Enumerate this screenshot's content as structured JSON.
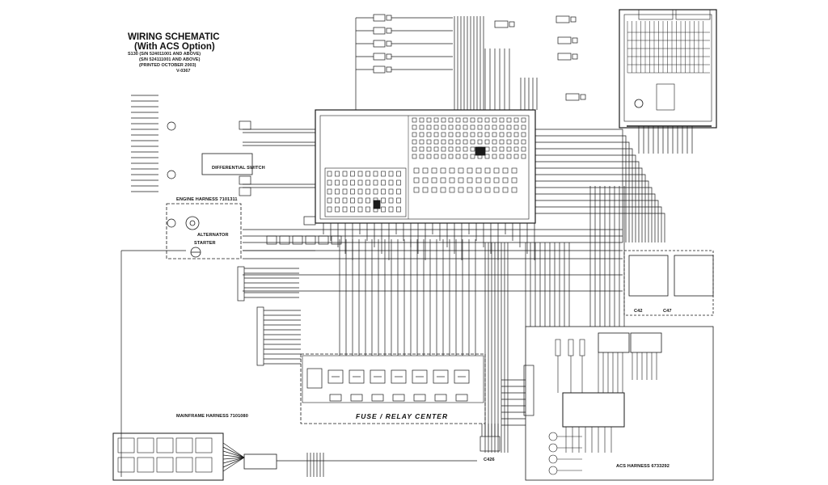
{
  "title": {
    "line1": "WIRING SCHEMATIC",
    "line2": "(With ACS Option)",
    "line3": "S130 (S/N 524011001 AND ABOVE)",
    "line4": "(S/N 524111001 AND ABOVE)",
    "line5": "(PRINTED OCTOBER 2003)",
    "line6": "V-0367"
  },
  "labels": {
    "engine_harness": "ENGINE HARNESS 7101311",
    "mainframe_harness": "MAINFRAME HARNESS 7101080",
    "fuse_relay_center": "FUSE / RELAY CENTER",
    "acs_harness": "ACS HARNESS 6733292",
    "differential_switch": "DIFFERENTIAL SWITCH",
    "alternator": "ALTERNATOR",
    "starter": "STARTER",
    "connector_c42": "C42",
    "connector_c47": "C47",
    "connector_c426": "C426"
  },
  "colors": {
    "line": "#1a1a1a",
    "background": "#ffffff"
  }
}
